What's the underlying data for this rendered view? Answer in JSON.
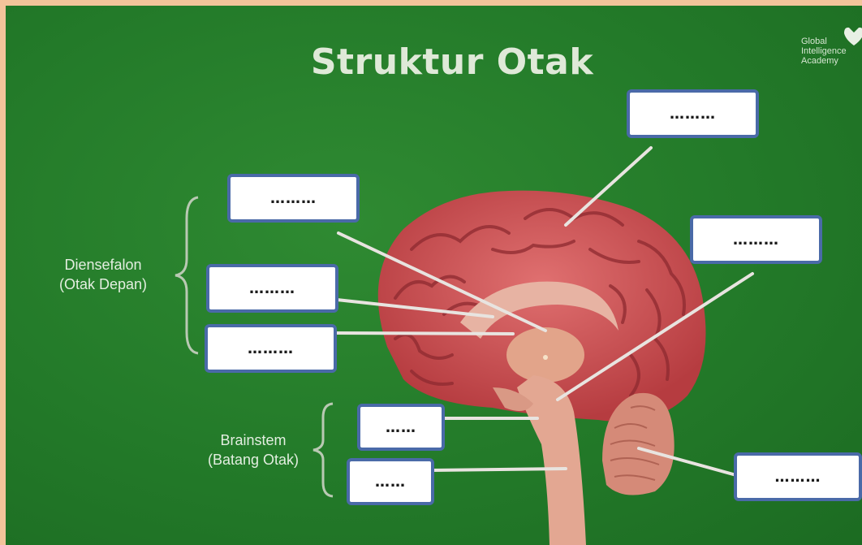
{
  "slide": {
    "title": "Struktur Otak",
    "brand": [
      "Global",
      "Intelligence",
      "Academy"
    ],
    "groups": {
      "diensefalon": [
        "Diensefalon",
        "(Otak Depan)"
      ],
      "brainstem": [
        "Brainstem",
        "(Batang Otak)"
      ]
    },
    "boxes": {
      "top_right": "………",
      "upper_left": "………",
      "right": "………",
      "mid_left_1": "………",
      "mid_left_2": "………",
      "stem_1": "……",
      "stem_2": "……",
      "bottom_right": "………"
    },
    "colors": {
      "background": "#237a29",
      "frame": "#f2c49a",
      "box_border": "#4a6aa8",
      "cerebrum": "#c8474a"
    }
  }
}
